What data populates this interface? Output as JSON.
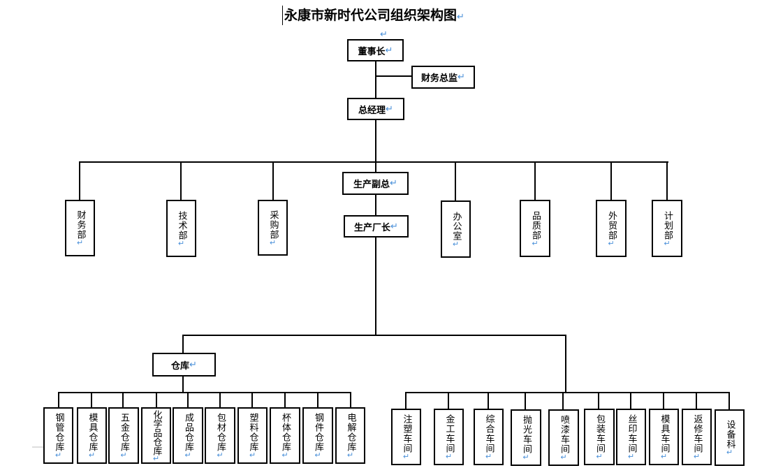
{
  "title": "永康市新时代公司组织架构图",
  "para_mark": "↵",
  "nodes": {
    "chairman": "董事长",
    "finance_director": "财务总监",
    "general_manager": "总经理",
    "prod_vp": "生产副总",
    "factory_manager": "生产厂长",
    "warehouse": "仓库"
  },
  "departments": [
    "财务部",
    "技术部",
    "采购部",
    "办公室",
    "品质部",
    "外贸部",
    "计划部"
  ],
  "warehouses": [
    "钢管仓库",
    "模具仓库",
    "五金仓库",
    "化学品仓库",
    "成品仓库",
    "包材仓库",
    "塑料仓库",
    "杯体仓库",
    "钢件仓库",
    "电解仓库"
  ],
  "workshops": [
    "注塑车间",
    "金工车间",
    "综合车间",
    "抛光车间",
    "喷漆车间",
    "包装车间",
    "丝印车间",
    "模具车间",
    "返修车间",
    "设备科"
  ]
}
